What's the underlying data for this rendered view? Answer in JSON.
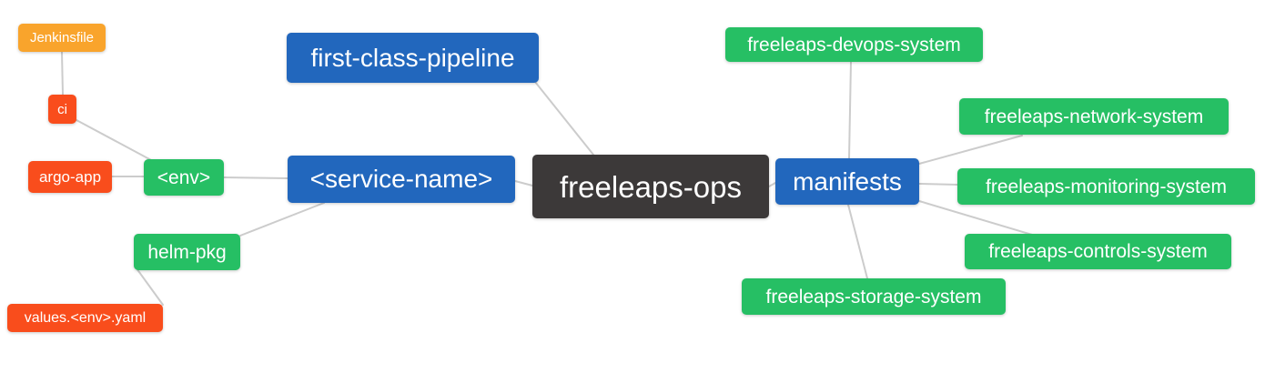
{
  "diagram": {
    "type": "mindmap",
    "root": "freeleaps-ops",
    "background": "#FFFFFF",
    "edge_color": "#CCCCCC",
    "palette": {
      "root_dark": "#3C3939",
      "branch_blue": "#2267BD",
      "leaf_green": "#26BF64",
      "leaf_red": "#F94D1C",
      "leaf_orange": "#F9A42C",
      "text": "#FFFFFF"
    }
  },
  "nodes": {
    "freeleaps_ops": {
      "label": "freeleaps-ops",
      "color": "#3C3939",
      "level": 1
    },
    "first_class_pipeline": {
      "label": "first-class-pipeline",
      "color": "#2267BD",
      "level": 2
    },
    "service_name": {
      "label": "<service-name>",
      "color": "#2267BD",
      "level": 2
    },
    "manifests": {
      "label": "manifests",
      "color": "#2267BD",
      "level": 2
    },
    "env": {
      "label": "<env>",
      "color": "#26BF64",
      "level": 3
    },
    "helm_pkg": {
      "label": "helm-pkg",
      "color": "#26BF64",
      "level": 3
    },
    "ci": {
      "label": "ci",
      "color": "#F94D1C",
      "level": 4
    },
    "argo_app": {
      "label": "argo-app",
      "color": "#F94D1C",
      "level": 4
    },
    "values_env_yaml": {
      "label": "values.<env>.yaml",
      "color": "#F94D1C",
      "level": 4
    },
    "jenkinsfile": {
      "label": "Jenkinsfile",
      "color": "#F9A42C",
      "level": 5
    },
    "devops_system": {
      "label": "freeleaps-devops-system",
      "color": "#26BF64",
      "level": 3
    },
    "network_system": {
      "label": "freeleaps-network-system",
      "color": "#26BF64",
      "level": 3
    },
    "monitoring_system": {
      "label": "freeleaps-monitoring-system",
      "color": "#26BF64",
      "level": 3
    },
    "controls_system": {
      "label": "freeleaps-controls-system",
      "color": "#26BF64",
      "level": 3
    },
    "storage_system": {
      "label": "freeleaps-storage-system",
      "color": "#26BF64",
      "level": 3
    }
  },
  "edges": [
    {
      "from": "jenkinsfile",
      "to": "ci"
    },
    {
      "from": "ci",
      "to": "env"
    },
    {
      "from": "argo_app",
      "to": "env"
    },
    {
      "from": "env",
      "to": "service_name"
    },
    {
      "from": "helm_pkg",
      "to": "service_name"
    },
    {
      "from": "values_env_yaml",
      "to": "helm_pkg"
    },
    {
      "from": "service_name",
      "to": "freeleaps_ops"
    },
    {
      "from": "first_class_pipeline",
      "to": "freeleaps_ops"
    },
    {
      "from": "freeleaps_ops",
      "to": "manifests"
    },
    {
      "from": "manifests",
      "to": "devops_system"
    },
    {
      "from": "manifests",
      "to": "network_system"
    },
    {
      "from": "manifests",
      "to": "monitoring_system"
    },
    {
      "from": "manifests",
      "to": "controls_system"
    },
    {
      "from": "manifests",
      "to": "storage_system"
    }
  ]
}
